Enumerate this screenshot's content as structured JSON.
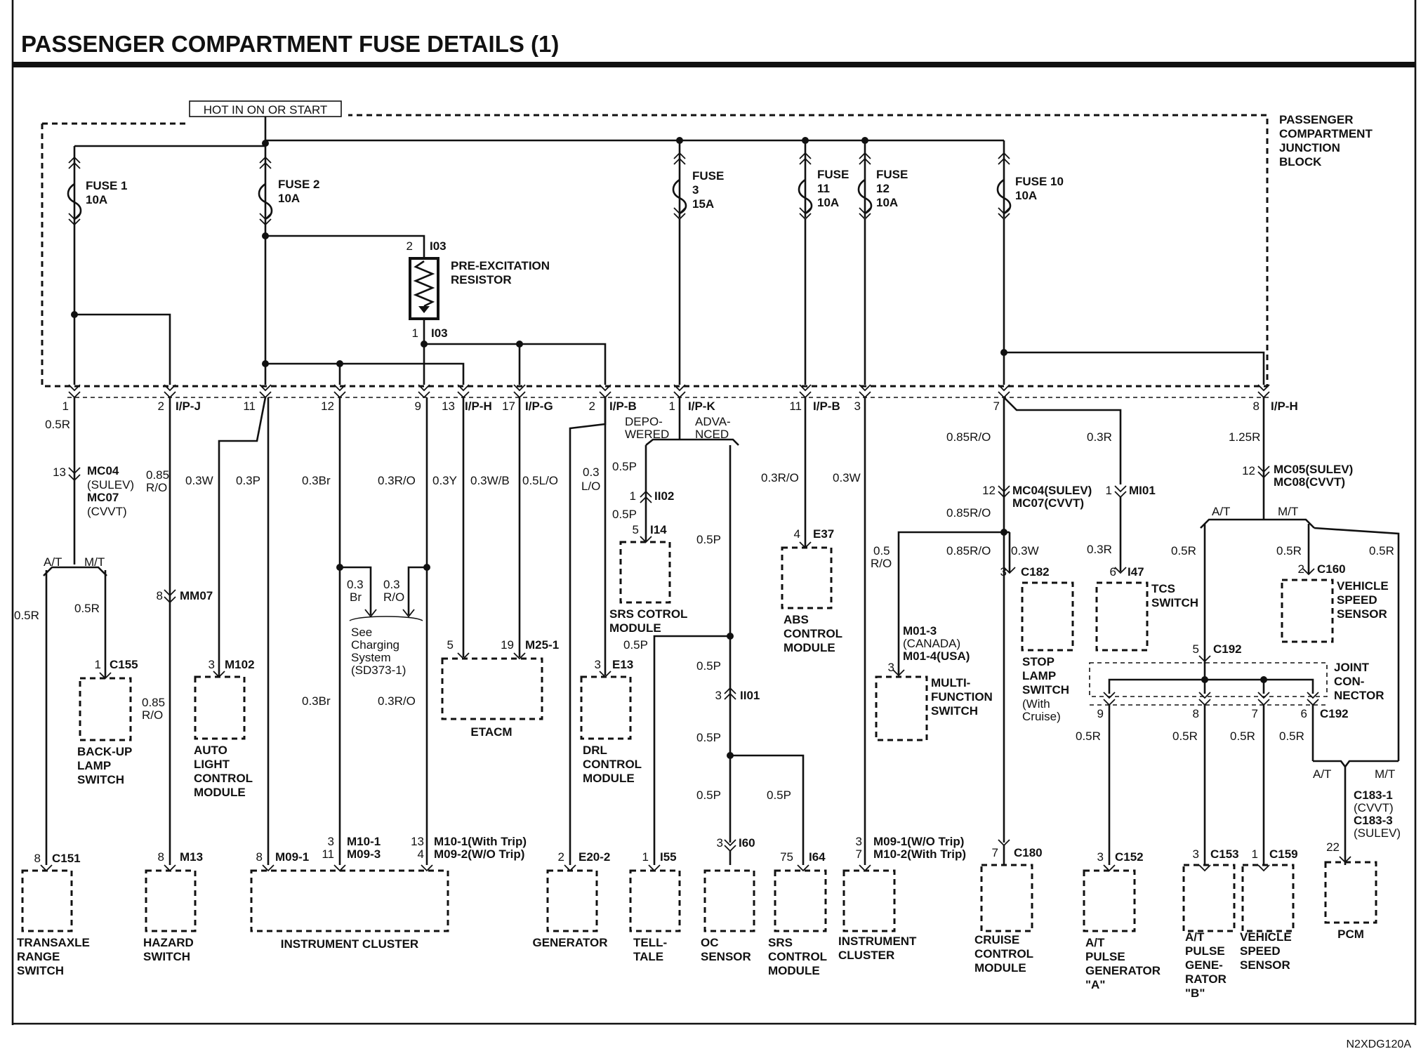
{
  "title": "PASSENGER COMPARTMENT FUSE DETAILS (1)",
  "figure_code": "N2XDG120A",
  "hot_label": "HOT IN ON OR START",
  "junction_block": [
    "PASSENGER",
    "COMPARTMENT",
    "JUNCTION",
    "BLOCK"
  ],
  "fuses": {
    "f1": [
      "FUSE 1",
      "10A"
    ],
    "f2": [
      "FUSE 2",
      "10A"
    ],
    "f3": [
      "FUSE",
      "3",
      "15A"
    ],
    "f11": [
      "FUSE",
      "11",
      "10A"
    ],
    "f12": [
      "FUSE",
      "12",
      "10A"
    ],
    "f10": [
      "FUSE 10",
      "10A"
    ]
  },
  "resistor": {
    "label": [
      "PRE-EXCITATION",
      "RESISTOR"
    ],
    "pin_top": "2",
    "conn_top": "I03",
    "pin_bot": "1",
    "conn_bot": "I03"
  },
  "ip": {
    "c1_pin": "1",
    "c2_pin": "2",
    "c2_conn": "I/P-J",
    "c3_pin": "11",
    "c4_pin": "12",
    "c5_pin": "9",
    "c6_pin": "13",
    "c6_conn": "I/P-H",
    "c7_pin": "17",
    "c7_conn": "I/P-G",
    "c8_pin": "2",
    "c8_conn": "I/P-B",
    "c9_pin": "1",
    "c9_conn": "I/P-K",
    "c10_pin": "11",
    "c10_conn": "I/P-B",
    "c11_pin": "3",
    "c12_pin": "7",
    "c13_pin": "8",
    "c13_conn": "I/P-H"
  },
  "wires": {
    "w05r": "0.5R",
    "w085ro": [
      "0.85",
      "R/O"
    ],
    "w03w": "0.3W",
    "w03p": "0.3P",
    "w03br": "0.3Br",
    "w03ro": "0.3R/O",
    "w03y": "0.3Y",
    "w03wb": "0.3W/B",
    "w05lo": "0.5L/O",
    "w03lo": [
      "0.3",
      "L/O"
    ],
    "w05p": "0.5P",
    "w085rov": "0.85R/O",
    "w03r": "0.3R",
    "w125r": "1.25R",
    "w05ro": [
      "0.5",
      "R/O"
    ],
    "w03br_split": [
      "0.3",
      "Br"
    ],
    "w03ro_split": [
      "0.3",
      "R/O"
    ]
  },
  "splices": {
    "at": "A/T",
    "mt": "M/T",
    "depowered": [
      "DEPO-",
      "WERED"
    ],
    "advanced": [
      "ADVA-",
      "NCED"
    ]
  },
  "connectors": {
    "mc04_13": "13",
    "mc04a": [
      "MC04",
      "(SULEV)",
      "MC07",
      "(CVVT)"
    ],
    "mm07_pin": "8",
    "mm07": "MM07",
    "c155_pin": "1",
    "c155": "C155",
    "m102_pin": "3",
    "m102": "M102",
    "see_charging": [
      "See",
      "Charging",
      "System",
      "(SD373-1)"
    ],
    "m25_pin5": "5",
    "m25_pin19": "19",
    "m25": "M25-1",
    "e13_pin": "3",
    "e13": "E13",
    "ii02_pin": "1",
    "ii02": "II02",
    "i14_pin": "5",
    "i14": "I14",
    "ii01_pin": "3",
    "ii01": "II01",
    "e37_pin": "4",
    "e37": "E37",
    "mc04b_pin": "12",
    "mc04b": [
      "MC04(SULEV)",
      "MC07(CVVT)"
    ],
    "mi01_pin": "1",
    "mi01": "MI01",
    "mc05_pin": "12",
    "mc05": [
      "MC05(SULEV)",
      "MC08(CVVT)"
    ],
    "c182_pin": "3",
    "c182": "C182",
    "i47_pin": "6",
    "i47": "I47",
    "c160_pin": "2",
    "c160": "C160",
    "m01_pin": "3",
    "m01": [
      "M01-3",
      "(CANADA)",
      "M01-4(USA)"
    ],
    "c192_top_pin": "5",
    "c192": "C192",
    "jc_pins": [
      "9",
      "8",
      "7",
      "6"
    ],
    "c151_pin": "8",
    "c151": "C151",
    "m13_pin": "8",
    "m13": "M13",
    "ic1_pin8": "8",
    "ic1_m09": "M09-1",
    "ic1_pins": [
      "3",
      "11"
    ],
    "ic1_m10": [
      "M10-1",
      "M09-3"
    ],
    "ic1_pins2": [
      "13",
      "4"
    ],
    "ic1_m10b": [
      "M10-1(With Trip)",
      "M09-2(W/O Trip)"
    ],
    "e20_pin": "2",
    "e20": "E20-2",
    "i55_pin": "1",
    "i55": "I55",
    "i60_pin": "3",
    "i60": "I60",
    "i64_pin": "75",
    "i64": "I64",
    "ic2_pins": [
      "3",
      "7"
    ],
    "ic2_m": [
      "M09-1(W/O Trip)",
      "M10-2(With Trip)"
    ],
    "c180_pin": "7",
    "c180": "C180",
    "c152_pin": "3",
    "c152": "C152",
    "c153_pin": "3",
    "c153": "C153",
    "c159_pin": "1",
    "c159": "C159",
    "c183_pin": "22",
    "c183": [
      "C183-1",
      "(CVVT)",
      "C183-3",
      "(SULEV)"
    ]
  },
  "components": {
    "backup": [
      "BACK-UP",
      "LAMP",
      "SWITCH"
    ],
    "autolight": [
      "AUTO",
      "LIGHT",
      "CONTROL",
      "MODULE"
    ],
    "etacm": "ETACM",
    "drl": [
      "DRL",
      "CONTROL",
      "MODULE"
    ],
    "srs1": [
      "SRS COTROL",
      "MODULE"
    ],
    "abs": [
      "ABS",
      "CONTROL",
      "MODULE"
    ],
    "mfs": [
      "MULTI-",
      "FUNCTION",
      "SWITCH"
    ],
    "stop": [
      "STOP",
      "LAMP",
      "SWITCH"
    ],
    "stop_note": [
      "(With",
      "Cruise)"
    ],
    "tcs": [
      "TCS",
      "SWITCH"
    ],
    "vss1": [
      "VEHICLE",
      "SPEED",
      "SENSOR"
    ],
    "joint": [
      "JOINT",
      "CON-",
      "NECTOR"
    ],
    "transaxle": [
      "TRANSAXLE",
      "RANGE",
      "SWITCH"
    ],
    "hazard": [
      "HAZARD",
      "SWITCH"
    ],
    "ic1": "INSTRUMENT CLUSTER",
    "generator": "GENERATOR",
    "telltale": [
      "TELL-",
      "TALE"
    ],
    "oc": [
      "OC",
      "SENSOR"
    ],
    "srs2": [
      "SRS",
      "CONTROL",
      "MODULE"
    ],
    "ic2": [
      "INSTRUMENT",
      "CLUSTER"
    ],
    "cruise": [
      "CRUISE",
      "CONTROL",
      "MODULE"
    ],
    "atpa": [
      "A/T",
      "PULSE",
      "GENERATOR",
      "\"A\""
    ],
    "atpb": [
      "A/T",
      "PULSE",
      "GENE-",
      "RATOR",
      "\"B\""
    ],
    "vss2": [
      "VEHICLE",
      "SPEED",
      "SENSOR"
    ],
    "pcm": "PCM"
  }
}
